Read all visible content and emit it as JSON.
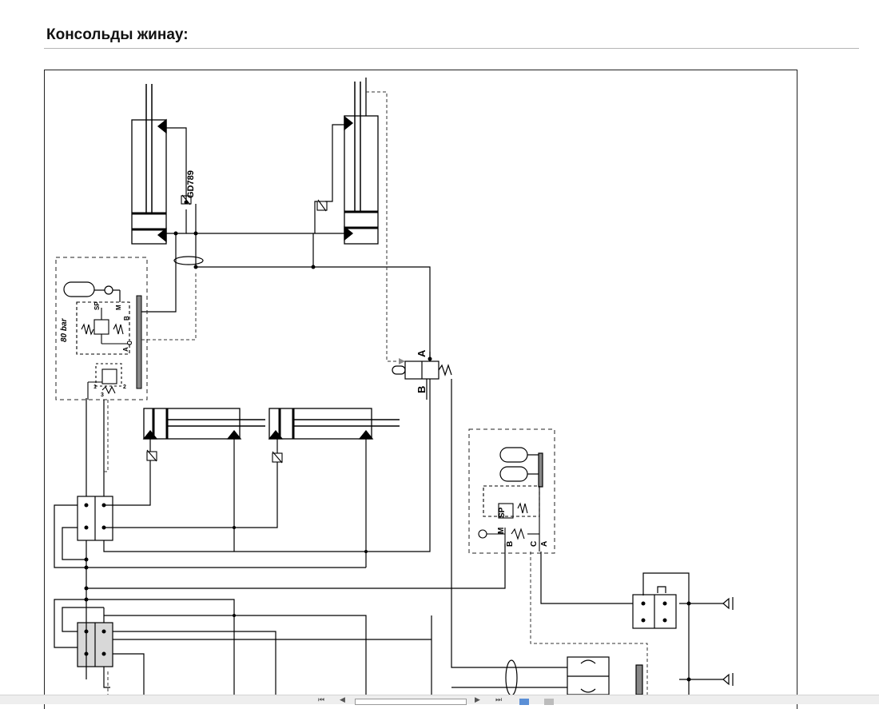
{
  "page": {
    "heading": "Консольды жинау:"
  },
  "diagram": {
    "labels": {
      "gd789": "GD789",
      "bar80": "80 bar",
      "sp": "SP",
      "m": "M",
      "b": "B",
      "a": "A",
      "c": "C",
      "p1": "1",
      "p2": "2",
      "p3": "3"
    },
    "colors": {
      "line": "#000000",
      "dashed": "#333333",
      "arrow": "#888888",
      "block": "#d8d8d8",
      "bar": "#888888"
    }
  },
  "toolbar": {
    "first_icon": "first-page-icon",
    "prev_icon": "prev-page-icon",
    "next_icon": "next-page-icon",
    "last_icon": "last-page-icon",
    "first": "⏮",
    "prev": "◀",
    "next": "▶",
    "last": "⏭"
  }
}
